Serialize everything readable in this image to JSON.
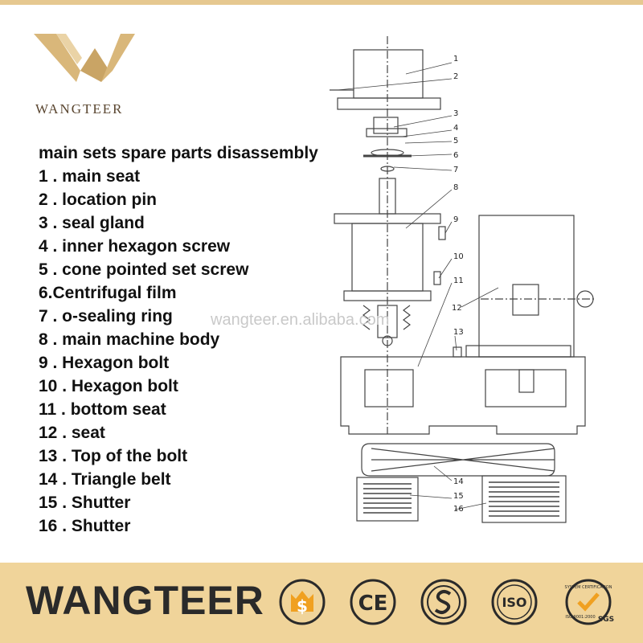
{
  "brand": {
    "logo_text": "WANGTEER",
    "footer_text": "WANGTEER",
    "watermark": "wangteer.en.alibaba.com"
  },
  "parts": {
    "title": "main sets spare parts disassembly",
    "items": [
      "1 . main seat",
      "2 . location pin",
      "3 . seal gland",
      "4 . inner hexagon screw",
      "5 . cone pointed set screw",
      "6.Centrifugal film",
      "7 . o-sealing ring",
      "8 . main machine body",
      "9 . Hexagon bolt",
      "10 . Hexagon bolt",
      "11 . bottom seat",
      "12 . seat",
      "13 . Top of the bolt",
      "14 . Triangle belt",
      "15 . Shutter",
      "16 . Shutter"
    ]
  },
  "callouts": [
    "1",
    "2",
    "3",
    "4",
    "5",
    "6",
    "7",
    "8",
    "9",
    "10",
    "11",
    "12",
    "13",
    "14",
    "15",
    "16"
  ],
  "certifications": {
    "ce": "CE",
    "iso": "ISO",
    "sgs": "SGS",
    "sgs_top": "SYSTEM CERTIFICATION",
    "sgs_bottom": "ISO 9001:2000"
  },
  "colors": {
    "footer_bg": "#f0d49a",
    "logo_gold": "#d9b77a",
    "footer_dark": "#2a2a2a",
    "cert_orange": "#f0a020"
  }
}
